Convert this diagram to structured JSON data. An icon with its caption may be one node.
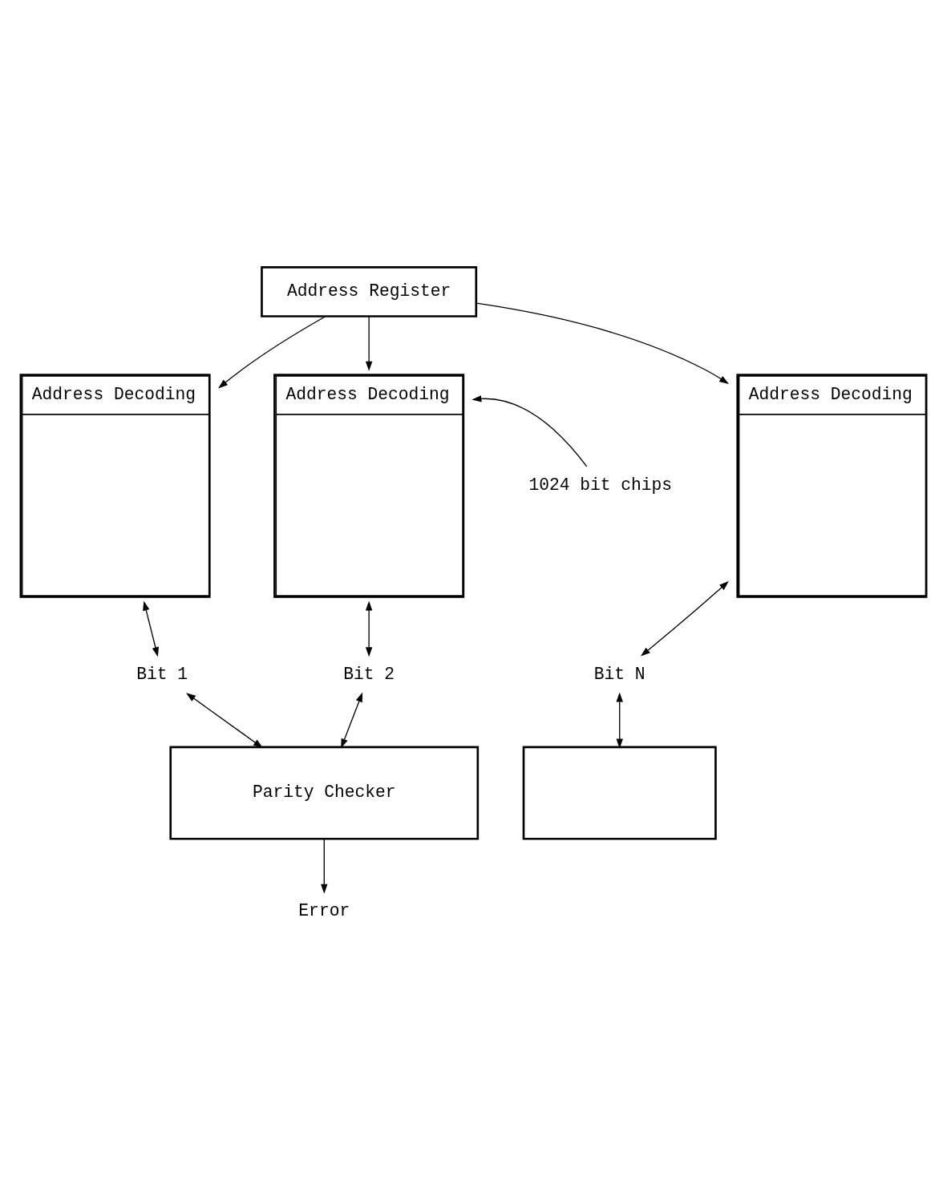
{
  "diagram": {
    "nodes": [
      {
        "text": [
          "Address Register"
        ]
      },
      {
        "text": [
          "Address Decoding"
        ]
      },
      {
        "text": [
          "Address Decoding"
        ]
      },
      {
        "text": [
          "Address Decoding"
        ]
      },
      {
        "text": [
          "Bit 1"
        ]
      },
      {
        "text": [
          "Bit 2"
        ]
      },
      {
        "text": [
          "Bit N"
        ]
      },
      {
        "text": [
          "Parity Checker"
        ]
      },
      {
        "text": [],
        "shape": "box"
      },
      {
        "text": [
          "Error"
        ]
      },
      {
        "text": [
          "1024 bit chips"
        ]
      }
    ],
    "edges": [
      {
        "from": 0,
        "to": 1,
        "arrow": "to"
      },
      {
        "from": 0,
        "to": 2,
        "arrow": "to"
      },
      {
        "from": 0,
        "to": 3,
        "arrow": "to"
      },
      {
        "from": 10,
        "to": 2,
        "arrow": "to"
      },
      {
        "from": 1,
        "to": 4,
        "arrow": "both"
      },
      {
        "from": 2,
        "to": 5,
        "arrow": "both"
      },
      {
        "from": 3,
        "to": 6,
        "arrow": "both"
      },
      {
        "from": 4,
        "to": 7,
        "arrow": "both"
      },
      {
        "from": 5,
        "to": 7,
        "arrow": "both"
      },
      {
        "from": 6,
        "to": 8,
        "arrow": "both"
      },
      {
        "from": 7,
        "to": 9,
        "arrow": "to"
      }
    ]
  }
}
